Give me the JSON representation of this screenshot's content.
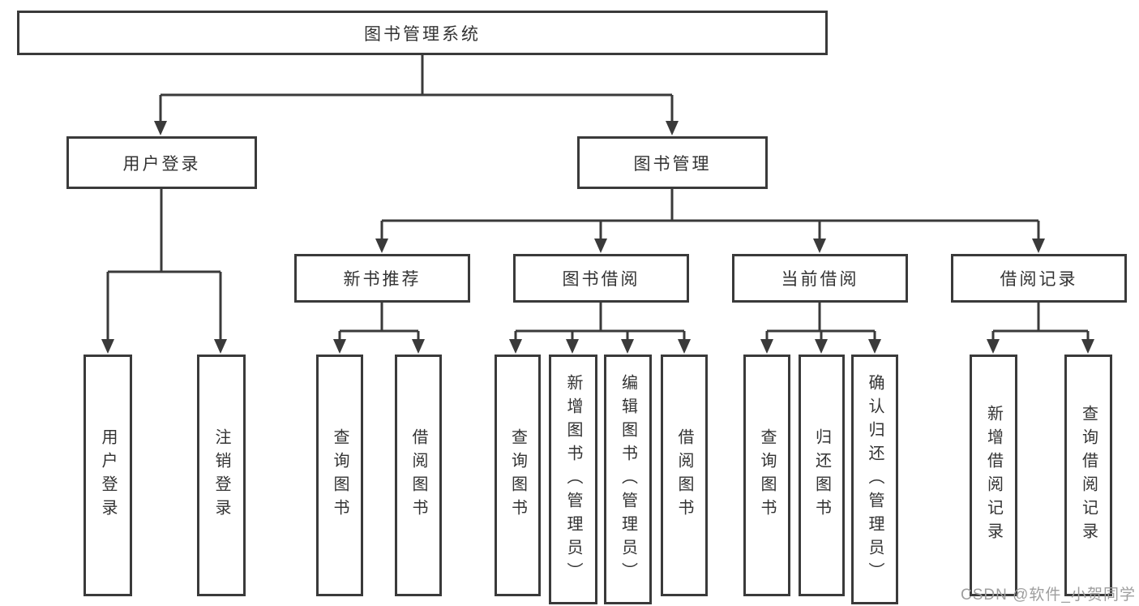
{
  "diagram": {
    "root": "图书管理系统",
    "level2": {
      "user_login": "用户登录",
      "book_mgmt": "图书管理"
    },
    "level3": {
      "new_book_rec": "新书推荐",
      "book_borrow": "图书借阅",
      "current_borrow": "当前借阅",
      "borrow_records": "借阅记录"
    },
    "leaves": {
      "user_login_1": "用户登录",
      "user_login_2": "注销登录",
      "new_book_1": "查询图书",
      "new_book_2": "借阅图书",
      "borrow_1": "查询图书",
      "borrow_2": "新增图书（管理员）",
      "borrow_3": "编辑图书（管理员）",
      "borrow_4": "借阅图书",
      "current_1": "查询图书",
      "current_2": "归还图书",
      "current_3": "确认归还（管理员）",
      "records_1": "新增借阅记录",
      "records_2": "查询借阅记录"
    }
  },
  "watermark": "CSDN @软件_小贺同学",
  "colors": {
    "line": "#3a3a3a",
    "text": "#333333",
    "watermark": "#9e9e9e",
    "background": "#ffffff"
  }
}
